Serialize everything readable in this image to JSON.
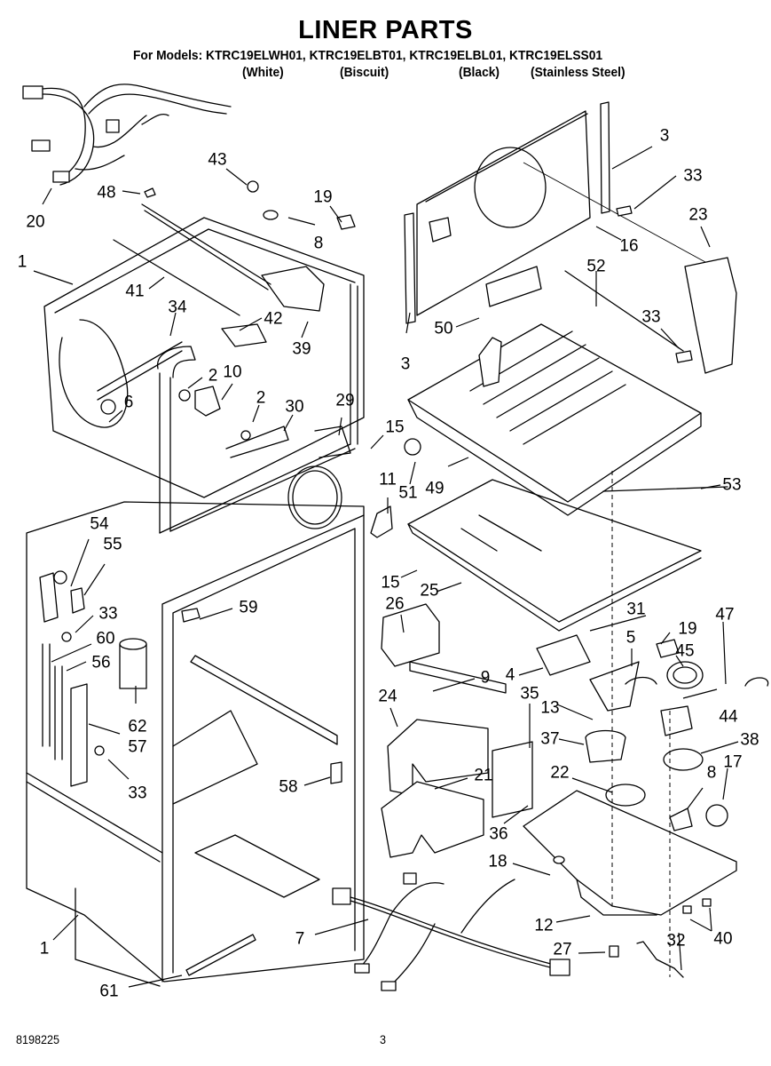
{
  "header": {
    "title": "LINER PARTS",
    "models_prefix": "For Models:",
    "models": [
      {
        "model": "KTRC19ELWH01",
        "color": "(White)"
      },
      {
        "model": "KTRC19ELBT01",
        "color": "(Biscuit)"
      },
      {
        "model": "KTRC19ELBL01",
        "color": "(Black)"
      },
      {
        "model": "KTRC19ELSS01",
        "color": "(Stainless Steel)"
      }
    ],
    "models_line": "For Models: KTRC19ELWH01, KTRC19ELBT01, KTRC19ELBL01, KTRC19ELSS01"
  },
  "footer": {
    "document_number": "8198225",
    "page_number": "3"
  },
  "callouts": [
    {
      "id": "20",
      "label": "20"
    },
    {
      "id": "43",
      "label": "43"
    },
    {
      "id": "48",
      "label": "48"
    },
    {
      "id": "19a",
      "label": "19"
    },
    {
      "id": "8a",
      "label": "8"
    },
    {
      "id": "1a",
      "label": "1"
    },
    {
      "id": "41",
      "label": "41"
    },
    {
      "id": "34",
      "label": "34"
    },
    {
      "id": "42",
      "label": "42"
    },
    {
      "id": "39",
      "label": "39"
    },
    {
      "id": "2a",
      "label": "2"
    },
    {
      "id": "10",
      "label": "10"
    },
    {
      "id": "6",
      "label": "6"
    },
    {
      "id": "2b",
      "label": "2"
    },
    {
      "id": "30",
      "label": "30"
    },
    {
      "id": "29",
      "label": "29"
    },
    {
      "id": "15a",
      "label": "15"
    },
    {
      "id": "3a",
      "label": "3"
    },
    {
      "id": "33a",
      "label": "33"
    },
    {
      "id": "23",
      "label": "23"
    },
    {
      "id": "16",
      "label": "16"
    },
    {
      "id": "52",
      "label": "52"
    },
    {
      "id": "50",
      "label": "50"
    },
    {
      "id": "3b",
      "label": "3"
    },
    {
      "id": "33b",
      "label": "33"
    },
    {
      "id": "51",
      "label": "51"
    },
    {
      "id": "49",
      "label": "49"
    },
    {
      "id": "53",
      "label": "53"
    },
    {
      "id": "11",
      "label": "11"
    },
    {
      "id": "15b",
      "label": "15"
    },
    {
      "id": "25",
      "label": "25"
    },
    {
      "id": "54",
      "label": "54"
    },
    {
      "id": "55",
      "label": "55"
    },
    {
      "id": "33c",
      "label": "33"
    },
    {
      "id": "60",
      "label": "60"
    },
    {
      "id": "56",
      "label": "56"
    },
    {
      "id": "59",
      "label": "59"
    },
    {
      "id": "62",
      "label": "62"
    },
    {
      "id": "57",
      "label": "57"
    },
    {
      "id": "33d",
      "label": "33"
    },
    {
      "id": "58",
      "label": "58"
    },
    {
      "id": "26",
      "label": "26"
    },
    {
      "id": "31",
      "label": "31"
    },
    {
      "id": "47",
      "label": "47"
    },
    {
      "id": "5",
      "label": "5"
    },
    {
      "id": "19b",
      "label": "19"
    },
    {
      "id": "45",
      "label": "45"
    },
    {
      "id": "4",
      "label": "4"
    },
    {
      "id": "9",
      "label": "9"
    },
    {
      "id": "35",
      "label": "35"
    },
    {
      "id": "24",
      "label": "24"
    },
    {
      "id": "13",
      "label": "13"
    },
    {
      "id": "44",
      "label": "44"
    },
    {
      "id": "37",
      "label": "37"
    },
    {
      "id": "38",
      "label": "38"
    },
    {
      "id": "17",
      "label": "17"
    },
    {
      "id": "21",
      "label": "21"
    },
    {
      "id": "22",
      "label": "22"
    },
    {
      "id": "8b",
      "label": "8"
    },
    {
      "id": "36",
      "label": "36"
    },
    {
      "id": "18",
      "label": "18"
    },
    {
      "id": "1b",
      "label": "1"
    },
    {
      "id": "7",
      "label": "7"
    },
    {
      "id": "12",
      "label": "12"
    },
    {
      "id": "40",
      "label": "40"
    },
    {
      "id": "27",
      "label": "27"
    },
    {
      "id": "32",
      "label": "32"
    },
    {
      "id": "61",
      "label": "61"
    }
  ]
}
